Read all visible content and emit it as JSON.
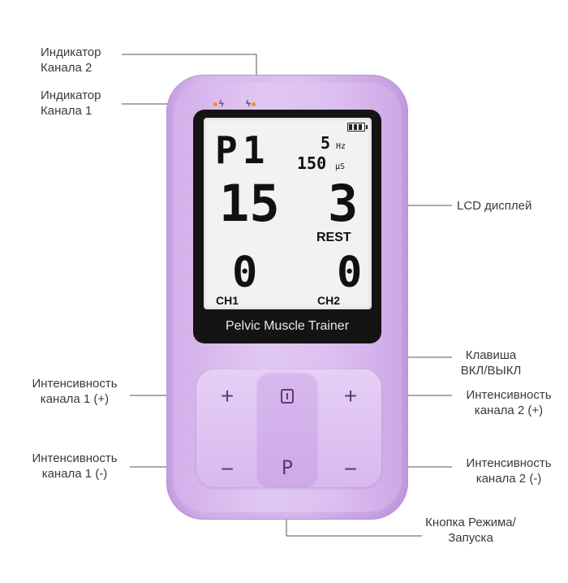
{
  "labels": {
    "ch2_indicator": [
      "Индикатор",
      "Канала 2"
    ],
    "ch1_indicator": [
      "Индикатор",
      "Канала 1"
    ],
    "lcd": "LCD дисплей",
    "power_key": [
      "Клавиша",
      "ВКЛ/ВЫКЛ"
    ],
    "ch1_plus": [
      "Интенсивность",
      "канала 1 (+)"
    ],
    "ch2_plus": [
      "Интенсивность",
      "канала 2 (+)"
    ],
    "ch1_minus": [
      "Интенсивность",
      "канала 1 (-)"
    ],
    "ch2_minus": [
      "Интенсивность",
      "канала 2 (-)"
    ],
    "mode_key": [
      "Кнопка Режима/",
      "Запуска"
    ]
  },
  "screen": {
    "program": "P1",
    "frequency": "5",
    "frequency_unit": "Hz",
    "pulse_width": "150",
    "pulse_width_unit": "μS",
    "timer_left": "15",
    "timer_right": "3",
    "state": "REST",
    "ch1_level": "0",
    "ch2_level": "0",
    "ch1_label": "CH1",
    "ch2_label": "CH2",
    "battery_bars": 3
  },
  "device": {
    "brand": "Pelvic Muscle Trainer",
    "body_color": "#d8b9ef",
    "led_color": "#ff8a1c"
  },
  "buttons": {
    "plus_symbol": "+",
    "minus_symbol": "−",
    "power_symbol": "⏽",
    "mode_symbol": "P"
  }
}
